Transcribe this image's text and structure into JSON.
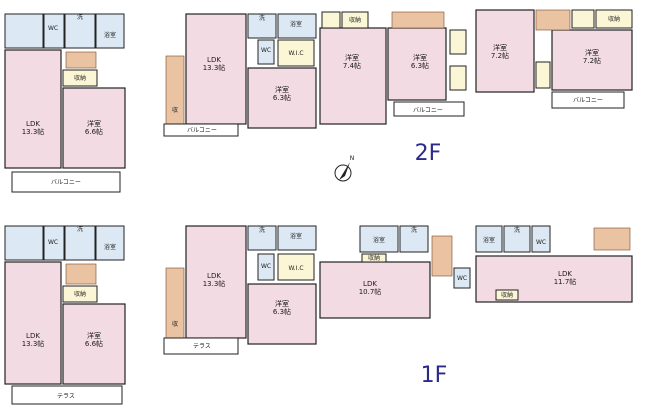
{
  "floors": {
    "upper": {
      "label": "2F",
      "units": [
        {
          "ldk": "LDK",
          "ldk_size": "13.3帖",
          "room": "洋室",
          "room_size": "6.6帖",
          "storage": "収納",
          "wc": "WC",
          "wash": "洗",
          "bath": "浴室",
          "balcony": "バルコニー"
        },
        {
          "ldk": "LDK",
          "ldk_size": "13.3帖",
          "room": "洋室",
          "room_size": "6.3帖",
          "wic": "W.I.C",
          "wc": "WC",
          "wash": "洗",
          "bath": "浴室",
          "storage": "収",
          "balcony": "バルコニー"
        },
        {
          "room1": "洋室",
          "room1_size": "7.4帖",
          "room2": "洋室",
          "room2_size": "6.3帖",
          "storage": "収納",
          "balcony": "バルコニー"
        },
        {
          "room1": "洋室",
          "room1_size": "7.2帖",
          "room2": "洋室",
          "room2_size": "7.2帖",
          "storage": "収納",
          "balcony": "バルコニー"
        }
      ]
    },
    "lower": {
      "label": "1F",
      "units": [
        {
          "ldk": "LDK",
          "ldk_size": "13.3帖",
          "room": "洋室",
          "room_size": "6.6帖",
          "storage": "収納",
          "wc": "WC",
          "wash": "洗",
          "bath": "浴室",
          "terrace": "テラス"
        },
        {
          "ldk": "LDK",
          "ldk_size": "13.3帖",
          "room": "洋室",
          "room_size": "6.3帖",
          "wic": "W.I.C",
          "wc": "WC",
          "wash": "洗",
          "bath": "浴室",
          "storage": "収",
          "terrace": "テラス"
        },
        {
          "ldk": "LDK",
          "ldk_size": "10.7帖",
          "wc": "WC",
          "wash": "洗",
          "bath": "浴室",
          "storage": "収納"
        },
        {
          "ldk": "LDK",
          "ldk_size": "11.7帖",
          "wc": "WC",
          "wash": "洗",
          "bath": "浴室",
          "storage": "収納"
        }
      ]
    }
  },
  "compass": {
    "label": "N"
  },
  "colors": {
    "room": "#f3dbe4",
    "wet": "#dce9f5",
    "storage": "#fbf6d5",
    "stair": "#e9c3a2",
    "floor_label": "#2b2a8a"
  }
}
